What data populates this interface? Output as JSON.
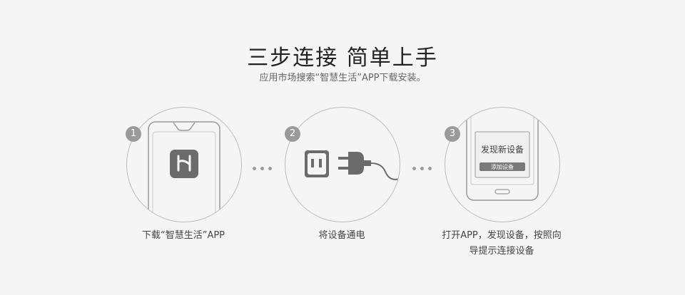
{
  "header": {
    "title": "三步连接  简单上手",
    "subtitle": "应用市场搜索“智慧生活”APP下载安装。"
  },
  "steps": [
    {
      "number": "1",
      "caption": "下载“智慧生活”APP",
      "icon": "phone-app-icon"
    },
    {
      "number": "2",
      "caption": "将设备通电",
      "icon": "socket-plug-icon"
    },
    {
      "number": "3",
      "caption_line1": "打开APP，发现设备，按照向",
      "caption_line2": "导提示连接设备",
      "icon": "phone-discover-icon",
      "screen_title": "发现新设备",
      "screen_button": "添加设备"
    }
  ],
  "colors": {
    "background": "#f5f5f5",
    "line": "#bdbdbd",
    "badge": "#9a9a9a",
    "icon_dark": "#6b6b6b"
  }
}
